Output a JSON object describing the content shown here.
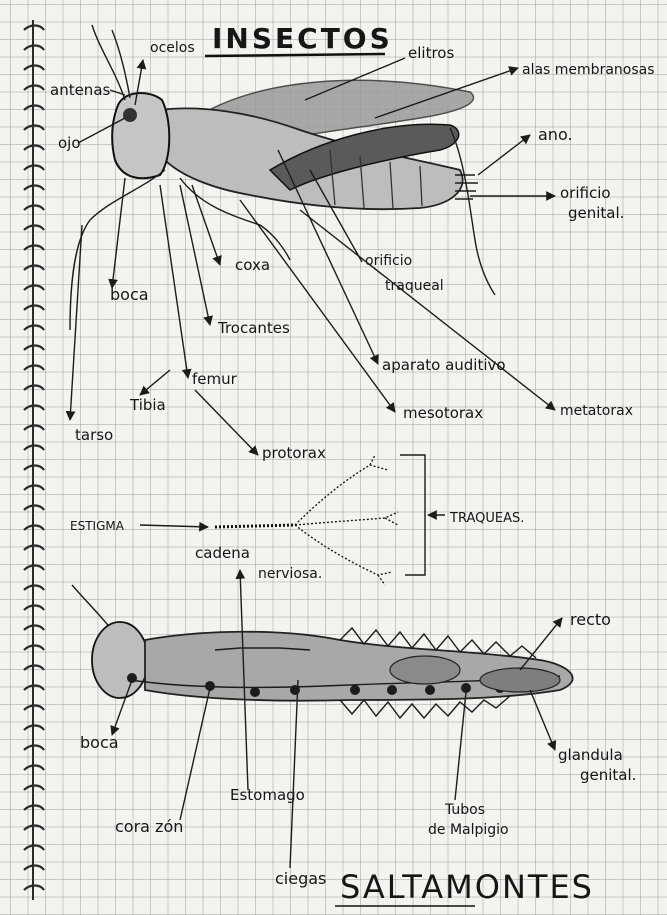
{
  "page": {
    "title": "INSECTOS",
    "footer_title": "SALTAMONTES"
  },
  "grasshopper_labels": {
    "antenas": "antenas",
    "ocelos": "ocelos",
    "ojo": "ojo",
    "elitros": "elitros",
    "alas": "alas membranosas",
    "ano": "ano.",
    "orificio_genital_1": "orificio",
    "orificio_genital_2": "genital.",
    "coxa": "coxa",
    "boca": "boca",
    "trocantes": "Trocantes",
    "orificio_traqueal_1": "orificio",
    "orificio_traqueal_2": "traqueal",
    "aparato_auditivo": "aparato auditivo",
    "femur": "femur",
    "tibia": "Tibia",
    "tarso": "tarso",
    "mesotorax": "mesotorax",
    "metatorax": "metatorax"
  },
  "trachea_labels": {
    "protorax": "protorax",
    "estigma": "ESTIGMA",
    "traqueas": "TRAQUEAS.",
    "cadena_1": "cadena",
    "cadena_2": "nerviosa."
  },
  "internal_labels": {
    "recto": "recto",
    "boca": "boca",
    "glandula_1": "glandula",
    "glandula_2": "genital.",
    "estomago": "Estomago",
    "corazon": "cora zón",
    "tubos_1": "Tubos",
    "tubos_2": "de Malpigio",
    "ciegas": "ciegas"
  }
}
